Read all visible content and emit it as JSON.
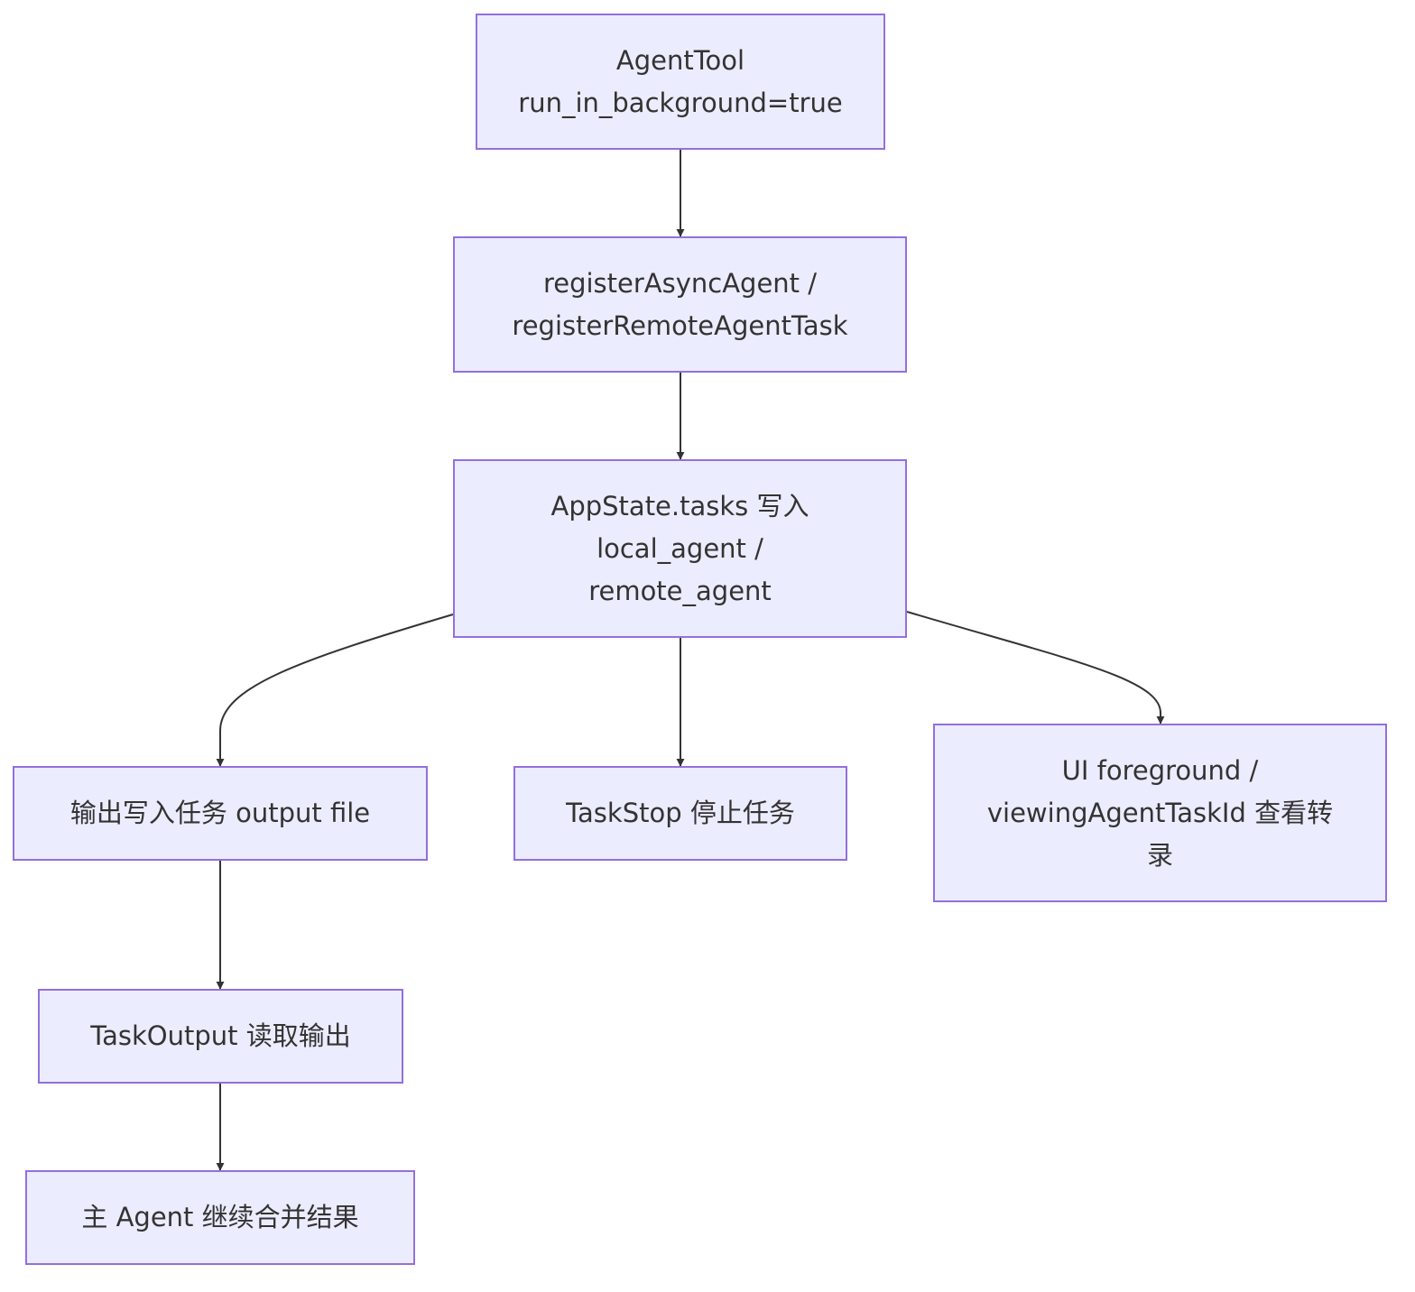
{
  "diagram": {
    "nodes": [
      {
        "id": "agent-tool",
        "label": "AgentTool\nrun_in_background=true"
      },
      {
        "id": "register",
        "label": "registerAsyncAgent /\nregisterRemoteAgentTask"
      },
      {
        "id": "appstate",
        "label": "AppState.tasks 写入\nlocal_agent /\nremote_agent"
      },
      {
        "id": "output-file",
        "label": "输出写入任务 output file"
      },
      {
        "id": "taskstop",
        "label": "TaskStop 停止任务"
      },
      {
        "id": "ui-foreground",
        "label": "UI foreground /\nviewingAgentTaskId 查看转\n录"
      },
      {
        "id": "taskoutput",
        "label": "TaskOutput 读取输出"
      },
      {
        "id": "main-agent",
        "label": "主 Agent 继续合并结果"
      }
    ],
    "edges": [
      {
        "from": "agent-tool",
        "to": "register"
      },
      {
        "from": "register",
        "to": "appstate"
      },
      {
        "from": "appstate",
        "to": "output-file"
      },
      {
        "from": "appstate",
        "to": "taskstop"
      },
      {
        "from": "appstate",
        "to": "ui-foreground"
      },
      {
        "from": "output-file",
        "to": "taskoutput"
      },
      {
        "from": "taskoutput",
        "to": "main-agent"
      }
    ],
    "colors": {
      "node_fill": "#ececff",
      "node_border": "#9370db",
      "text": "#333333",
      "edge": "#333333"
    }
  }
}
